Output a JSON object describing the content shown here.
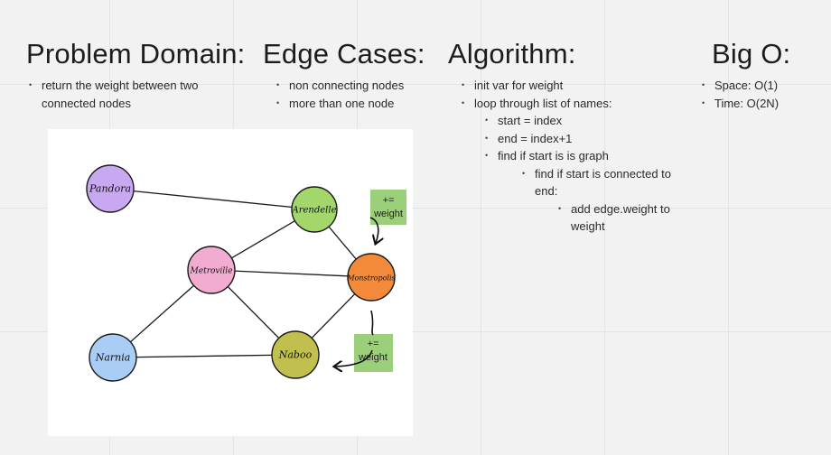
{
  "sections": {
    "problem": {
      "title": "Problem Domain:",
      "items": [
        "return the weight between two connected nodes"
      ]
    },
    "edge_cases": {
      "title": "Edge Cases:",
      "items": [
        "non connecting nodes",
        "more than one node"
      ]
    },
    "algorithm": {
      "title": "Algorithm:",
      "items": [
        "init var for weight",
        "loop through list of names:",
        "start = index",
        "end = index+1",
        "find if start is is graph",
        "find if start is connected to end:",
        "add edge.weight to weight"
      ]
    },
    "big_o": {
      "title": "Big O:",
      "items": [
        "Space: O(1)",
        "Time: O(2N)"
      ]
    }
  },
  "graph": {
    "nodes": [
      {
        "id": "pandora",
        "label": "Pandora",
        "color": "#c9a8f2"
      },
      {
        "id": "arendelle",
        "label": "Arendelle",
        "color": "#a3d66b"
      },
      {
        "id": "metroville",
        "label": "Metroville",
        "color": "#f2acd2"
      },
      {
        "id": "monstropolis",
        "label": "Monstropolis",
        "color": "#f28a3a"
      },
      {
        "id": "narnia",
        "label": "Narnia",
        "color": "#a9cdf5"
      },
      {
        "id": "naboo",
        "label": "Naboo",
        "color": "#c1c04e"
      }
    ],
    "edges": [
      [
        "pandora",
        "arendelle"
      ],
      [
        "arendelle",
        "metroville"
      ],
      [
        "arendelle",
        "monstropolis"
      ],
      [
        "metroville",
        "monstropolis"
      ],
      [
        "metroville",
        "narnia"
      ],
      [
        "metroville",
        "naboo"
      ],
      [
        "monstropolis",
        "naboo"
      ],
      [
        "narnia",
        "naboo"
      ]
    ],
    "notes": {
      "top": {
        "line1": "+=",
        "line2": "weight",
        "color": "#9ccf7a"
      },
      "bottom": {
        "line1": "+=",
        "line2": "weight",
        "color": "#9ccf7a"
      }
    }
  }
}
